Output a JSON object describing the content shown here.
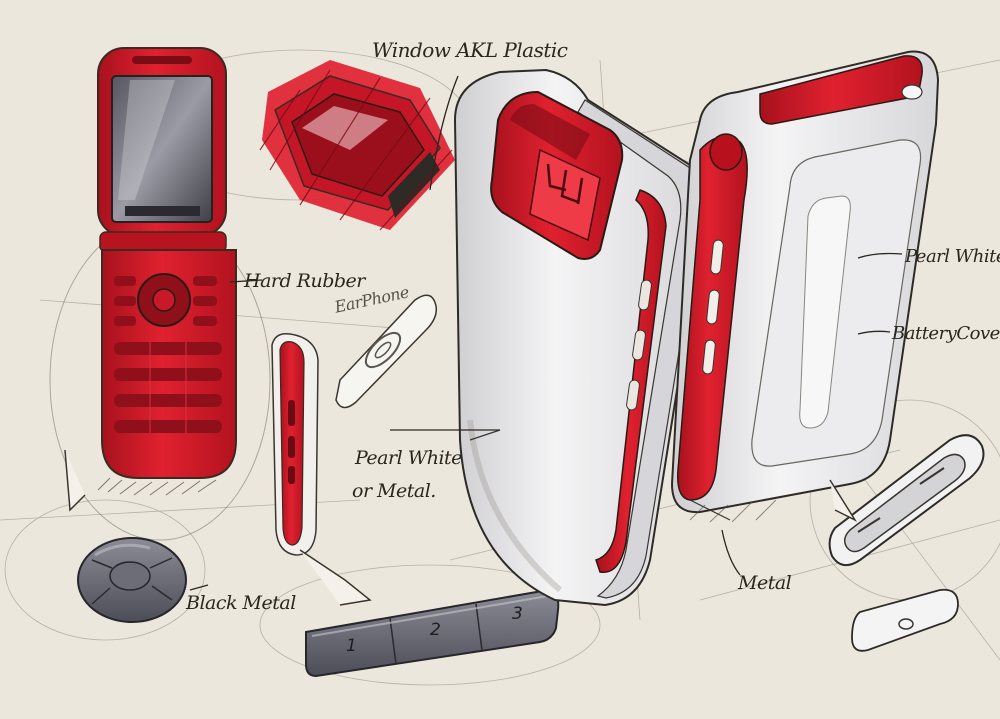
{
  "annotations": {
    "window_material": "Window AKL Plastic",
    "hard_rubber": "Hard Rubber",
    "earphone": "EarPhone",
    "pearl_white_right": "Pearl White",
    "battery_cover": "BatteryCover",
    "pearl_white_or_metal_1": "Pearl White",
    "pearl_white_or_metal_2": "or Metal.",
    "metal": "Metal",
    "black_metal": "Black Metal"
  },
  "key_labels": [
    "1",
    "2",
    "3"
  ],
  "colors": {
    "paper": "#ece7dc",
    "red": "#d0182a",
    "dark_red": "#8e0d19",
    "pencil": "#3a3530",
    "silver": "#e2e2e4",
    "gunmetal": "#5b5c66"
  }
}
